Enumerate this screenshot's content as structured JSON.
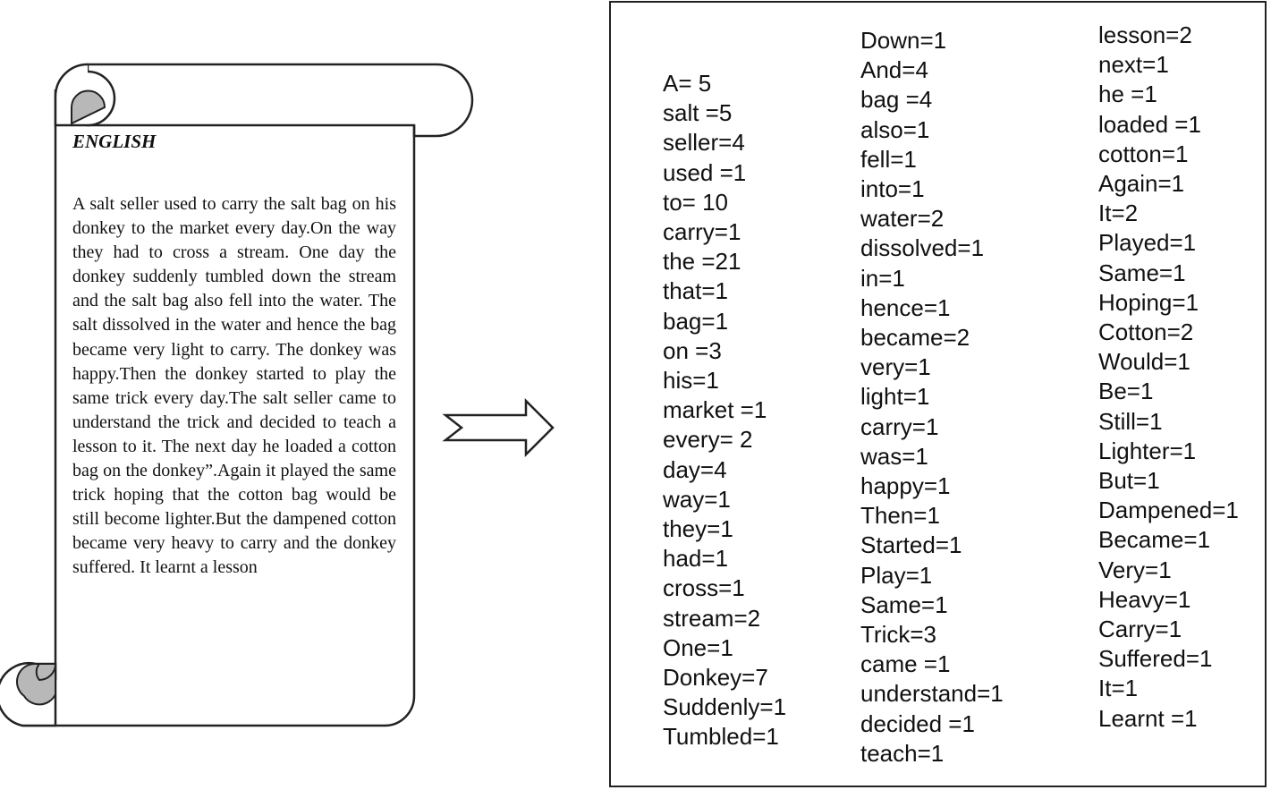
{
  "scroll": {
    "heading": "ENGLISH",
    "story": "A salt seller used to carry the salt bag on his donkey to the market every day.On the way they had to cross a stream. One day the donkey suddenly tumbled down the stream and the salt bag also fell into the water. The salt dissolved in the water and hence the bag became very light to carry. The donkey was happy.Then the donkey started to play the same trick every day.The salt seller came to understand the trick and decided to teach a lesson to it. The next day he loaded a cotton bag on the donkey”.Again it played the same trick hoping that the cotton bag would be still become lighter.But the dampened cotton became very heavy to carry and the donkey suffered. It learnt a lesson",
    "curl_fill_color": "#b8b8b8"
  },
  "arrow": {
    "icon": "hollow-right-arrow-icon"
  },
  "word_counts": {
    "column_1": [
      "A= 5",
      "salt =5",
      "seller=4",
      "used =1",
      "to= 10",
      "carry=1",
      "the =21",
      "that=1",
      "bag=1",
      "on =3",
      "his=1",
      "market =1",
      "every= 2",
      "day=4",
      "way=1",
      "they=1",
      "had=1",
      "cross=1",
      "stream=2",
      "One=1",
      "Donkey=7",
      "Suddenly=1",
      "Tumbled=1"
    ],
    "column_2": [
      "Down=1",
      "And=4",
      "bag =4",
      "also=1",
      "fell=1",
      "into=1",
      "water=2",
      "dissolved=1",
      "in=1",
      "hence=1",
      "became=2",
      "very=1",
      "light=1",
      "carry=1",
      "was=1",
      "happy=1",
      "Then=1",
      "Started=1",
      "Play=1",
      "Same=1",
      "Trick=3",
      "came =1",
      "understand=1",
      "decided =1",
      "teach=1"
    ],
    "column_3": [
      "lesson=2",
      "next=1",
      "he =1",
      "loaded =1",
      "cotton=1",
      "Again=1",
      "It=2",
      "Played=1",
      "Same=1",
      "Hoping=1",
      "Cotton=2",
      "Would=1",
      "Be=1",
      "Still=1",
      "Lighter=1",
      "But=1",
      "Dampened=1",
      "Became=1",
      "Very=1",
      "Heavy=1",
      "Carry=1",
      "Suffered=1",
      "It=1",
      "Learnt =1"
    ]
  }
}
